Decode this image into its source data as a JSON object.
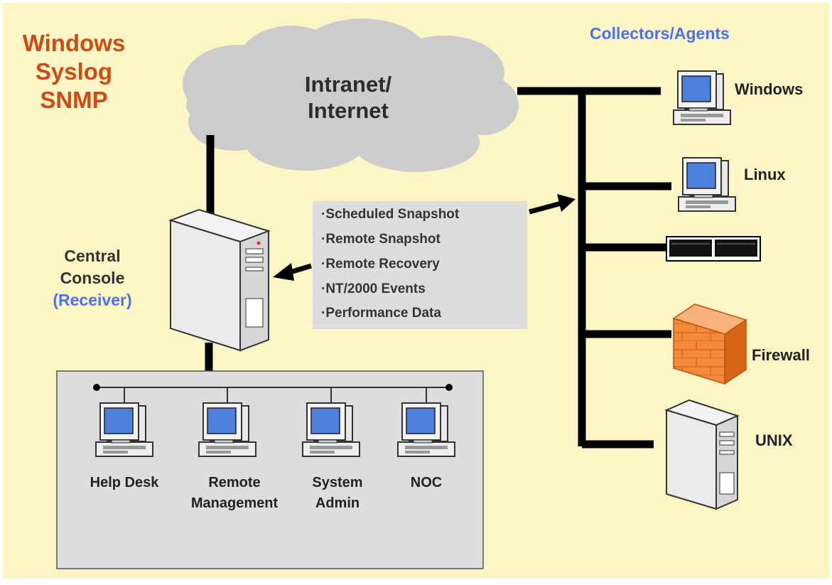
{
  "diagram": {
    "protocols": [
      "Windows",
      "Syslog",
      "SNMP"
    ],
    "collectors_title": "Collectors/Agents",
    "cloud": {
      "line1": "Intranet/",
      "line2": "Internet"
    },
    "console": {
      "line1": "Central",
      "line2": "Console",
      "line3": "(Receiver)"
    },
    "functions": [
      "·Scheduled Snapshot",
      "·Remote Snapshot",
      "·Remote Recovery",
      "·NT/2000 Events",
      "·Performance Data"
    ],
    "agents": {
      "windows": "Windows",
      "linux": "Linux",
      "firewall": "Firewall",
      "unix": "UNIX"
    },
    "clients": {
      "helpdesk": "Help Desk",
      "remote": {
        "line1": "Remote",
        "line2": "Management"
      },
      "sysadmin": {
        "line1": "System",
        "line2": "Admin"
      },
      "noc": "NOC"
    },
    "colors": {
      "background": "#fef5c6",
      "protocols": "#d04a14",
      "accent_blue": "#4a72ee",
      "cloud": "#cccccc",
      "panel": "#dddddd",
      "firewall": "#f07828"
    }
  }
}
